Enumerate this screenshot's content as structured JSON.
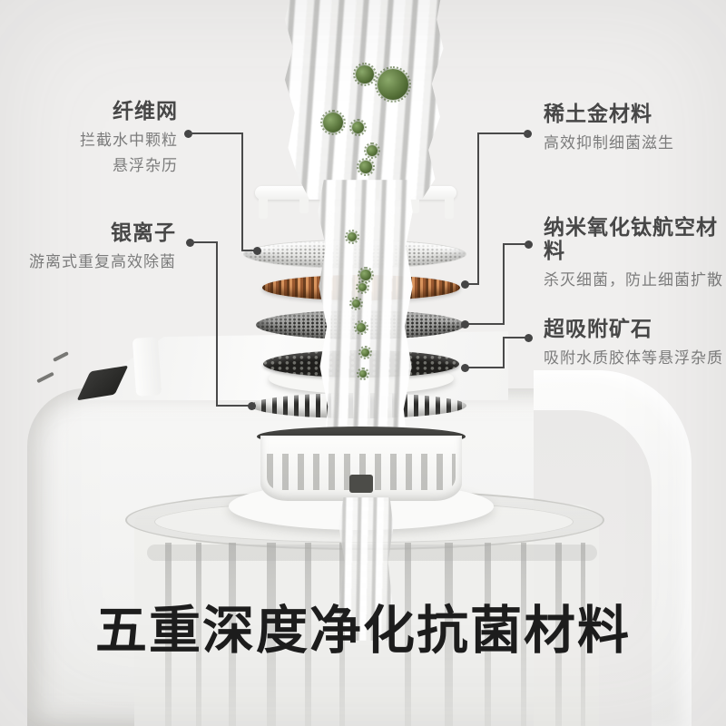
{
  "heading": {
    "bottom_title": "五重深度净化抗菌材料"
  },
  "callouts": {
    "fiber_mesh": {
      "title": "纤维网",
      "desc1": "拦截水中颗粒",
      "desc2": "悬浮杂历"
    },
    "silver_ion": {
      "title": "银离子",
      "desc1": "游离式重复高效除菌"
    },
    "rare_earth": {
      "title": "稀土金材料",
      "desc1": "高效抑制细菌滋生"
    },
    "nano_titanium": {
      "title": "纳米氧化钛航空材料",
      "desc1": "杀灭细菌，防止细菌扩散"
    },
    "adsorption_ore": {
      "title": "超吸附矿石",
      "desc1": "吸附水质胶体等悬浮杂质"
    }
  },
  "colors": {
    "background": "#f0efee",
    "headline_text": "#1d1d1d",
    "label_title": "#474747",
    "label_desc": "#7c7c7c",
    "connector": "#4a4a4a",
    "copper_disc": "#b57646",
    "virus_green": "#567139",
    "dark_slot": "#2e2e2c"
  }
}
